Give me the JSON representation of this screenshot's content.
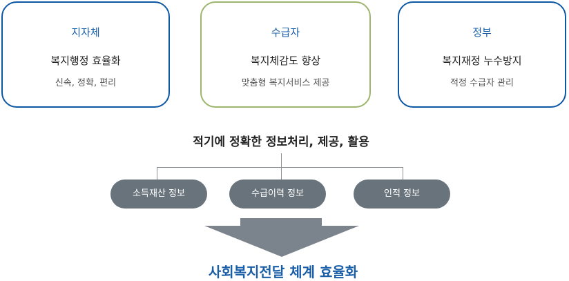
{
  "stakeholders": [
    {
      "title": "지자체",
      "goal": "복지행정 효율화",
      "detail": "신속, 정확, 편리",
      "border_color": "#0b57a4"
    },
    {
      "title": "수급자",
      "goal": "복지체감도 향상",
      "detail": "맞춤형 복지서비스 제공",
      "border_color": "#9bb56c"
    },
    {
      "title": "정부",
      "goal": "복지재정 누수방지",
      "detail": "적정 수급자 관리",
      "border_color": "#0b57a4"
    }
  ],
  "process": {
    "headline": "적기에 정확한 정보처리, 제공, 활용",
    "info_types": [
      "소득재산 정보",
      "수급이력 정보",
      "인적 정보"
    ]
  },
  "outcome": {
    "label": "사회복지전달 체계 효율화",
    "icon": "down-arrow-icon"
  },
  "colors": {
    "accent_blue": "#1a5ea8",
    "accent_green": "#9bb56c",
    "pill_gray": "#68737b",
    "arrow_gray": "#7b838c"
  }
}
